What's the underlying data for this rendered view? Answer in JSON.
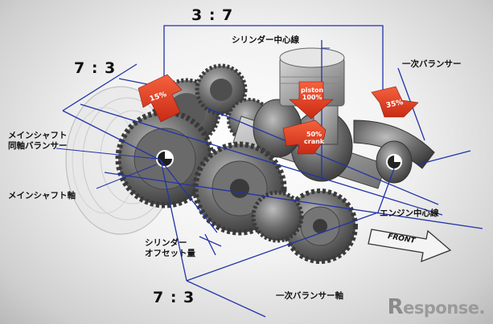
{
  "ratios": {
    "top": "3 : 7",
    "left": "7 : 3",
    "bottom": "7 : 3"
  },
  "labels": {
    "cylinder_center": "シリンダー中心線",
    "primary_balancer": "一次バランサー",
    "main_shaft_coaxial_balancer": [
      "メインシャフト",
      "同軸バランサー"
    ],
    "main_shaft_axis": "メインシャフト軸",
    "engine_center": "エンジン中心線",
    "cylinder_offset": [
      "シリンダー",
      "オフセット量"
    ],
    "primary_balancer_axis": "一次バランサー軸"
  },
  "arrows": {
    "a15": "15%",
    "piston": [
      "piston",
      "100%"
    ],
    "a35": "35%",
    "crank": [
      "50%",
      "crank"
    ]
  },
  "front": "FRONT",
  "logo": {
    "initial": "R",
    "rest": "esponse."
  },
  "colors": {
    "blue_line": "#2233a8",
    "red_arrow": "#e1371f",
    "gear": "#555555"
  }
}
